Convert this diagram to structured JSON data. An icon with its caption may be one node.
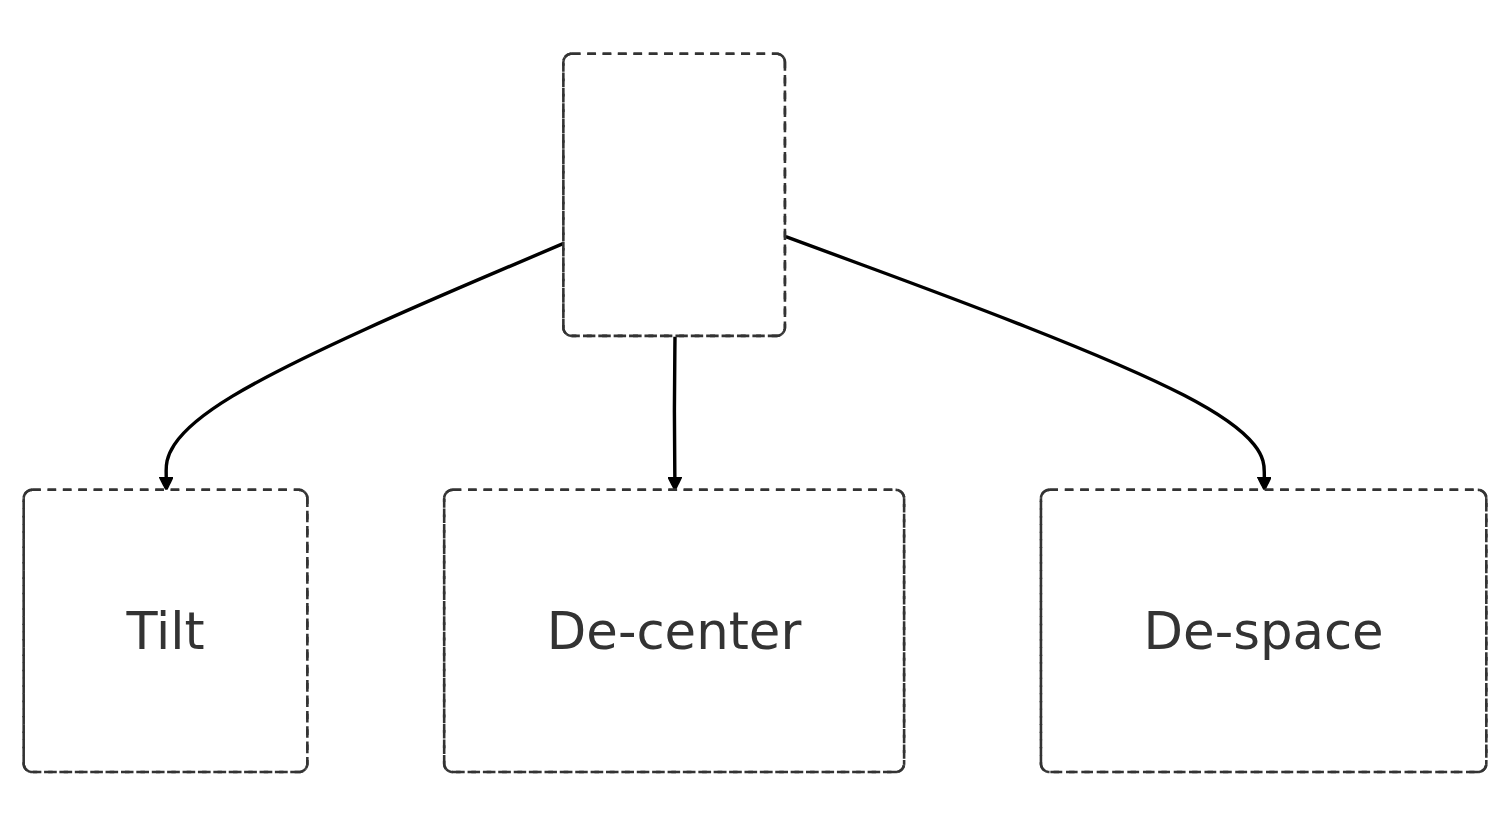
{
  "diagram": {
    "nodes": [
      {
        "text": [],
        "shape": "box"
      },
      {
        "text": [
          "Tilt"
        ]
      },
      {
        "text": [
          "De-center"
        ]
      },
      {
        "text": [
          "De-space"
        ]
      }
    ],
    "edges": [
      {
        "from": 0,
        "to": 1,
        "arrow": "to"
      },
      {
        "from": 0,
        "to": 2,
        "arrow": "to"
      },
      {
        "from": 0,
        "to": 3,
        "arrow": "to"
      }
    ]
  }
}
